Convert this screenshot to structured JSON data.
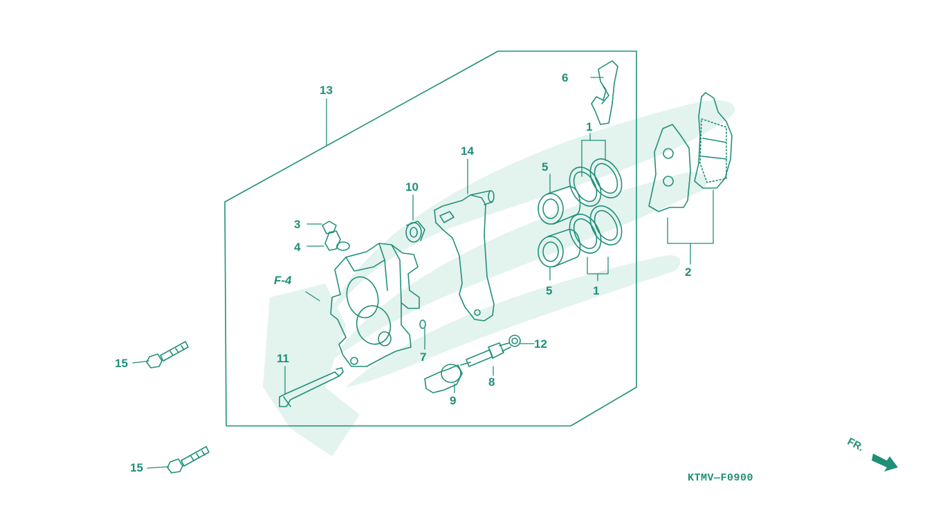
{
  "diagram": {
    "code": "KTMV—F0900",
    "ref_label": "F-4",
    "fr_label": "FR.",
    "colors": {
      "line": "#1f8f78",
      "watermark": "#e3f3ee",
      "background": "#ffffff"
    },
    "callouts": {
      "c1a": "1",
      "c1b": "1",
      "c2": "2",
      "c3": "3",
      "c4": "4",
      "c5a": "5",
      "c5b": "5",
      "c6": "6",
      "c7": "7",
      "c8": "8",
      "c9": "9",
      "c10": "10",
      "c11": "11",
      "c12": "12",
      "c13": "13",
      "c14": "14",
      "c15a": "15",
      "c15b": "15"
    }
  }
}
